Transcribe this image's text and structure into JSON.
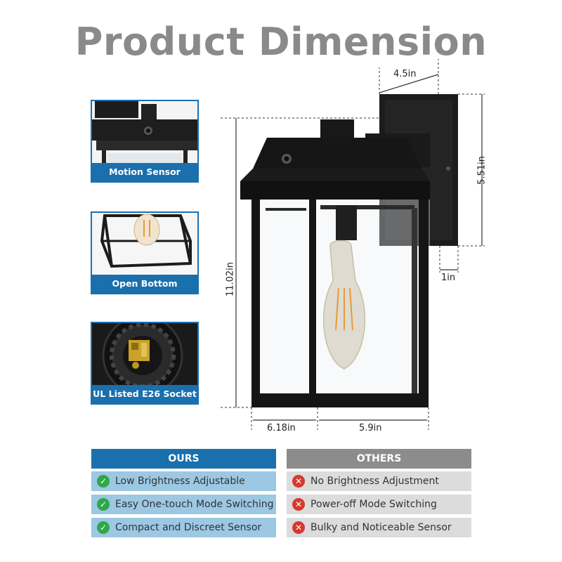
{
  "title": "Product Dimension",
  "features": [
    {
      "label": "Motion Sensor"
    },
    {
      "label": "Open Bottom"
    },
    {
      "label": "UL Listed E26 Socket"
    }
  ],
  "dimensions": {
    "depth": "4.5in",
    "backplate_height": "5.51in",
    "total_height": "11.02in",
    "offset": "1in",
    "front_width": "6.18in",
    "side_width": "5.9in"
  },
  "comparison": {
    "ours_header": "OURS",
    "others_header": "OTHERS",
    "ours": [
      "Low Brightness Adjustable",
      "Easy One-touch Mode Switching",
      "Compact and Discreet Sensor"
    ],
    "others": [
      "No Brightness Adjustment",
      "Power-off Mode Switching",
      "Bulky and Noticeable Sensor"
    ]
  },
  "colors": {
    "title": "#8a8a8a",
    "accent_blue": "#1a6fad",
    "ours_row": "#9cc8e4",
    "others_header": "#8c8c8c",
    "others_row": "#dcdcdc",
    "check": "#2ea84a",
    "cross": "#d63a2f"
  }
}
